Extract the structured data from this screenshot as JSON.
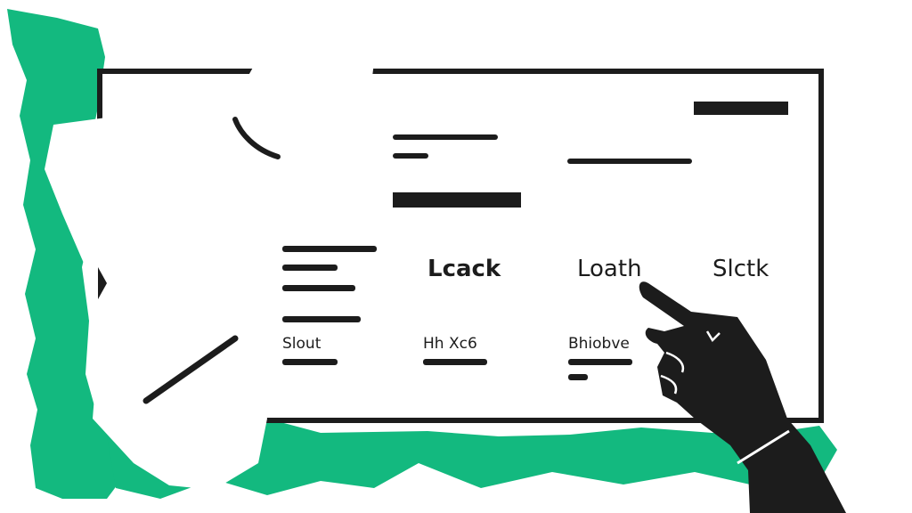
{
  "colors": {
    "ink": "#1c1c1c",
    "accent_green": "#13b97f",
    "background": "#ffffff"
  },
  "labels": {
    "top": [
      "Lcack",
      "Loath",
      "Slctk"
    ],
    "bottom": [
      "Slout",
      "Hh Xc6",
      "Bhiobve"
    ]
  },
  "icons": {
    "pointing_hand": "pointing-hand-icon"
  }
}
